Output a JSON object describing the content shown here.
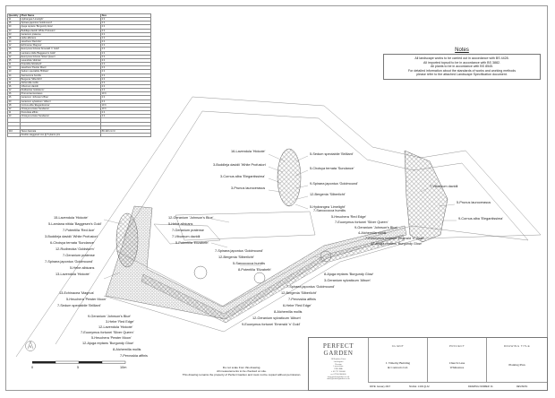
{
  "schedule": {
    "headers": {
      "quantity": "Quantity",
      "plant": "Plant Name",
      "size": "Size"
    },
    "rows": [
      [
        "11",
        "Hydrangea 'Limelight'",
        "2 lt"
      ],
      [
        "16",
        "Spiraea japonica 'Goldmound'",
        "2 lt"
      ],
      [
        "20",
        "Ajuga reptans 'Burgundy Glow'",
        "2 lt"
      ],
      [
        "13",
        "Buddleja davidii 'White Profusion'",
        "2 lt"
      ],
      [
        "23",
        "Geranium pratense",
        "2 lt"
      ],
      [
        "18",
        "Hebe albicans",
        "2 lt"
      ],
      [
        "14",
        "Heuchera 'Red Alor'",
        "2 lt"
      ],
      [
        "12",
        "Echinacea 'Magnus'",
        "2 lt"
      ],
      [
        "16",
        "Euonymus fortunei 'Emerald 'n' Gold'",
        "2 lt"
      ],
      [
        "18",
        "Lamiana nitida 'Baggesen's Gold'",
        "2 lt"
      ],
      [
        "12",
        "Euonymus fortunei 'Silver Queen'",
        "2 lt"
      ],
      [
        "15",
        "Lavendula 'Hidcote'",
        "2 lt"
      ],
      [
        "21",
        "Potentilla 'Elizabeth'",
        "2 lt"
      ],
      [
        "14",
        "Heuchera 'Pewter Moon'",
        "2 lt"
      ],
      [
        "13",
        "Sedum spectabile 'Brilliant'",
        "2 lt"
      ],
      [
        "14",
        "Sarcococca humilis",
        "2 lt"
      ],
      [
        "12",
        "Bergenia 'Silberlicht'",
        "2 lt"
      ],
      [
        "11",
        "Alchemilla mollis",
        "2 lt"
      ],
      [
        "16",
        "Viburnum davidii",
        "2 lt"
      ],
      [
        "12",
        "Rudbeckia 'Goldsturm'",
        "2 lt"
      ],
      [
        "16",
        "Prunus laurocerasus",
        "10 lt"
      ],
      [
        "16",
        "Geranium 'Johnson's Blue'",
        "2 lt"
      ],
      [
        "20",
        "Geranium sylvaticum 'Album'",
        "2 lt"
      ],
      [
        "18",
        "Cornus alba 'Elegantissima'",
        "10 lt"
      ],
      [
        "12",
        "Choisya ternata 'Sundance'",
        "10 lt"
      ],
      [
        "11",
        "Perovskia affinis",
        "2 lt"
      ],
      [
        "13",
        "Choisya ternata 'Sundance'",
        "2 lt"
      ]
    ],
    "hedge": [
      "210",
      "Taxus baccata",
      "80-120 cm br"
    ],
    "hedge_note": "Double staggered row @ 5 plants p/m"
  },
  "notes": {
    "title": "Notes",
    "lines": [
      "All landscape works to be carried out in accordance with BS 4428.",
      "All imported topsoil to be in accordance with BS 3882.",
      "All plants to be in accordance with BS 8545.",
      "For detailed information about the standards of works and working methods",
      "please refer to the attached Landscape Specification document."
    ]
  },
  "labels": {
    "l01": "16-Lavendula 'Hidcote'",
    "l02": "5-Sedum spectabile 'Brilliant'",
    "l03": "3-Buddleja davidii 'White Profusion'",
    "l04": "5-Choisya ternata 'Sundance'",
    "l05": "3-Cornus alba 'Elegantissima'",
    "l06": "9-Spiraea japonica 'Goldmound'",
    "l07": "3-Prunus laurocerasus",
    "l08": "12-Bergenia 'Silberlicht'",
    "l09": "5-Hydrangea 'Limelight'",
    "l10": "7-Viburnum davidii",
    "l11": "5-Prunus laurocerasus",
    "l12": "9-Cornus alba 'Elegantissima'",
    "l13": "15-Lavendula 'Hidcote'",
    "l14": "5-Lamiana nitida 'Baggesen's Gold'",
    "l15": "7-Potentilla 'Red Ace'",
    "l16": "3-Buddleja davidii 'White Profusion'",
    "l17": "6-Choisya ternata 'Sundance'",
    "l18": "12-Rudbeckia 'Goldsturm'",
    "l19": "7-Geranium pratense",
    "l20": "7-Spiraea japonica 'Goldmound'",
    "l21": "5-Hebe albicans",
    "l22": "13-Lavendula 'Hidcote'",
    "l23": "12-Geranium 'Johnson's Blue'",
    "l24": "5-Hebe albicans",
    "l25": "7-Geranium pratense",
    "l26": "7-Viburnum davidii",
    "l27": "5-Potentilla 'Elizabeth'",
    "l28": "7-Sarcococca humilis",
    "l29": "5-Heuchera 'Red Edge'",
    "l30": "7-Euonymus fortunei 'Silver Queen'",
    "l31": "9-Geranium 'Johnson's Blue'",
    "l32": "4-Alchemilla mollis",
    "l33": "7-Euonymus fortunei 'Emerald 'n' Gold'",
    "l34": "12-Ajuga reptans 'Burgundy Glow'",
    "l35": "7-Spiraea japonica 'Goldmound'",
    "l36": "12-Bergenia 'Silberlicht'",
    "l37": "5-Sarcococca humilis",
    "l38": "8-Potentilla 'Elizabeth'",
    "l39": "13-Echinacea 'Magnus'",
    "l40": "5-Heuchera 'Pewter Moon'",
    "l41": "7-Sedum spectabile 'Brilliant'",
    "l42": "9-Geranium 'Johnson's Blue'",
    "l43": "3-Hebe 'Red Edge'",
    "l44": "12-Lavendula 'Hidcote'",
    "l45": "7-Euonymus fortunei 'Silver Queen'",
    "l46": "5-Heuchera 'Pewter Moon'",
    "l47": "12-Ajuga reptans 'Burgundy Glow'",
    "l48": "8-Alchemilla mollis",
    "l49": "7-Perovskia affinis",
    "l50": "8-Ajuga reptans 'Burgundy Glow'",
    "l51": "3-Geranium sylvaticum 'Album'",
    "l52": "7-Spiraea japonica 'Goldmound'",
    "l53": "12-Bergenia 'Silberlicht'",
    "l54": "7-Perovskia affinis",
    "l55": "6-Hebe 'Red Edge'",
    "l56": "8-Alchemilla mollis",
    "l57": "12-Geranium sylvaticum 'Album'",
    "l58": "9-Euonymus fortunei 'Emerald 'n' Gold'"
  },
  "scalebar": {
    "zero": "0",
    "mid": "5",
    "end": "10m"
  },
  "footnote": {
    "l1": "Do not scale from this drawing.",
    "l2": "All measurements to be checked on site.",
    "l3": "This drawing remains the property of Perfect Garden and must not be copied without permission."
  },
  "titleblock": {
    "logo": "PERFECT GARDEN",
    "address": [
      "10 Brookes Drive",
      "Lockington",
      "Preston",
      "Lancashire",
      "PR5 3BA",
      "t: 01772 700000",
      "m: 07700 900000",
      "www.perfectgarden.co.uk",
      "mail@perfectgarden.co.uk"
    ],
    "client_head": "CLIENT",
    "project_head": "PROJECT",
    "title_head": "DRAWING TITLE",
    "client": [
      "J. Timothy Building",
      "& Contracts Ltd."
    ],
    "project": [
      "Church Lane",
      "Whittestree"
    ],
    "title": "Planting Plan",
    "date": "DATE: January 2017",
    "scale": "SCALE: 1:200 @ A2",
    "drawing_no": "DRAWING NUMBER: 01",
    "revision": "REVISION:"
  }
}
